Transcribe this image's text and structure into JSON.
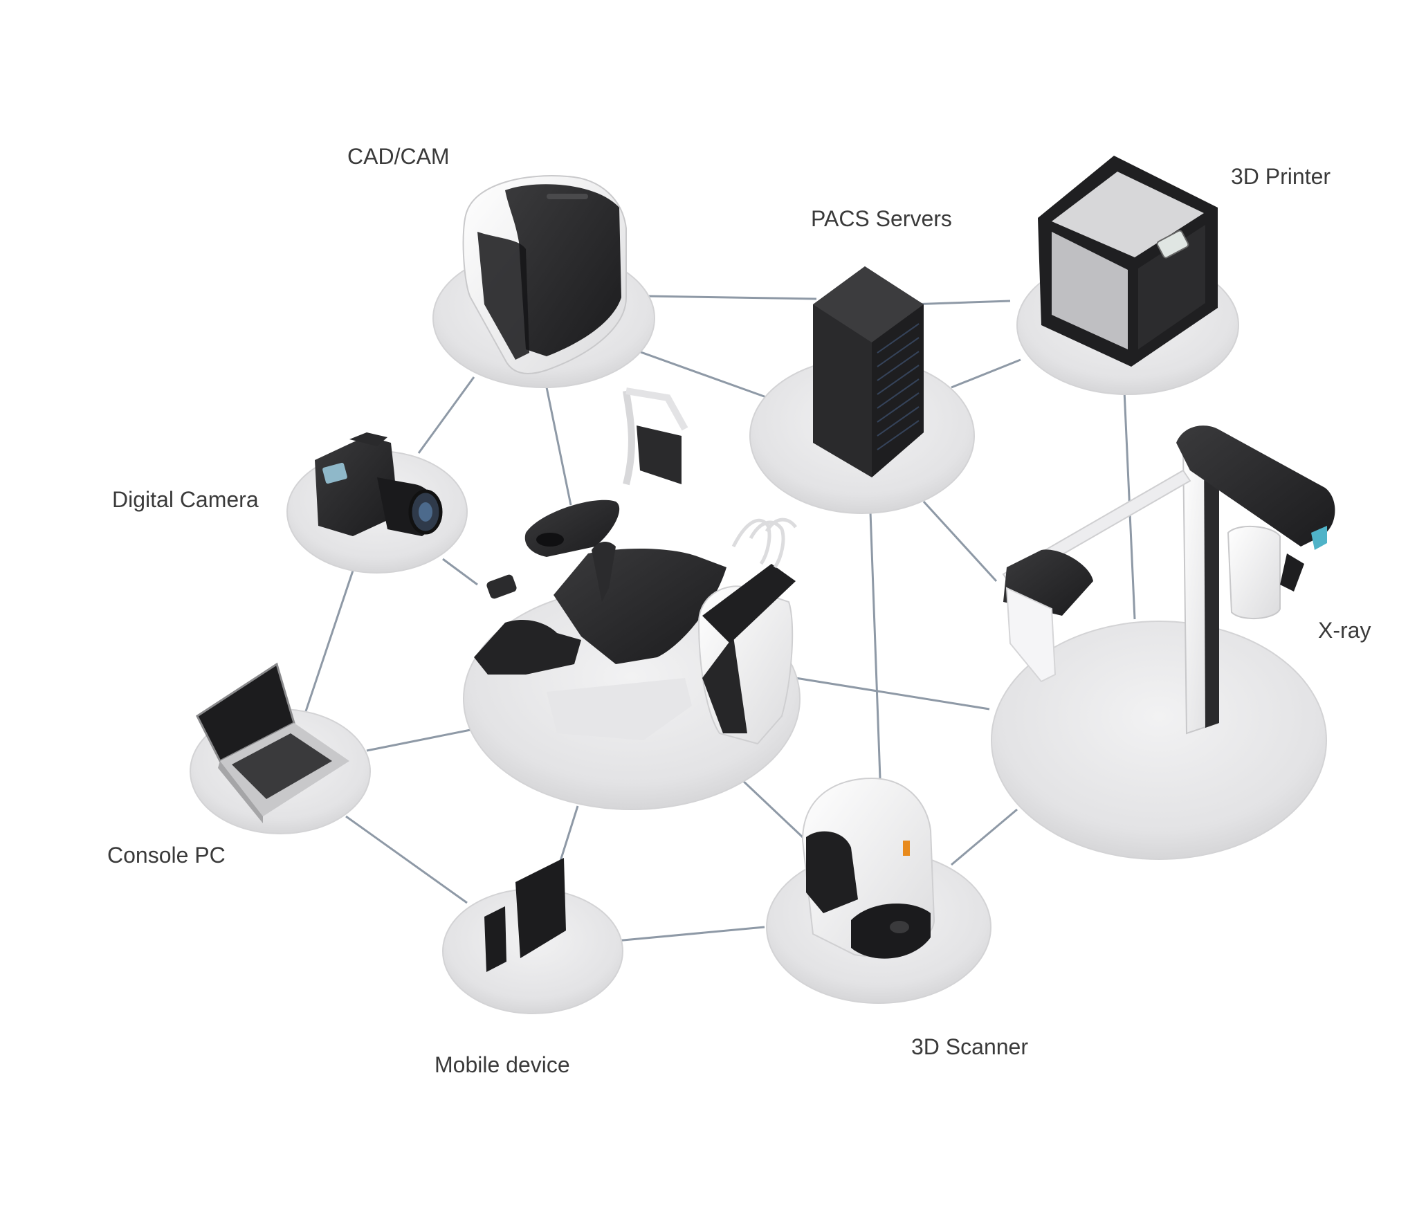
{
  "diagram": {
    "nodes": [
      {
        "id": "cadcam",
        "label": "CAD/CAM",
        "icon": "cadcam-machine-icon"
      },
      {
        "id": "pacs",
        "label": "PACS Servers",
        "icon": "server-rack-icon"
      },
      {
        "id": "printer3d",
        "label": "3D Printer",
        "icon": "3d-printer-icon"
      },
      {
        "id": "camera",
        "label": "Digital Camera",
        "icon": "camera-icon"
      },
      {
        "id": "xray",
        "label": "X-ray",
        "icon": "xray-machine-icon"
      },
      {
        "id": "console",
        "label": "Console PC",
        "icon": "laptop-icon"
      },
      {
        "id": "mobile",
        "label": "Mobile device",
        "icon": "tablet-phone-icon"
      },
      {
        "id": "scanner3d",
        "label": "3D Scanner",
        "icon": "3d-scanner-icon"
      },
      {
        "id": "chair",
        "label": "",
        "icon": "dental-chair-icon"
      }
    ],
    "edges": [
      [
        "cadcam",
        "pacs"
      ],
      [
        "pacs",
        "printer3d"
      ],
      [
        "cadcam",
        "camera"
      ],
      [
        "cadcam",
        "chair"
      ],
      [
        "cadcam",
        "pacs"
      ],
      [
        "printer3d",
        "xray"
      ],
      [
        "pacs",
        "xray"
      ],
      [
        "pacs",
        "scanner3d"
      ],
      [
        "camera",
        "chair"
      ],
      [
        "camera",
        "console"
      ],
      [
        "console",
        "chair"
      ],
      [
        "console",
        "mobile"
      ],
      [
        "chair",
        "mobile"
      ],
      [
        "chair",
        "scanner3d"
      ],
      [
        "chair",
        "xray"
      ],
      [
        "mobile",
        "scanner3d"
      ],
      [
        "scanner3d",
        "xray"
      ]
    ],
    "colors": {
      "edge": "#8e99a6",
      "platform": "#e9e9eb",
      "device_dark": "#2b2b2d",
      "device_light": "#f4f4f4"
    }
  }
}
